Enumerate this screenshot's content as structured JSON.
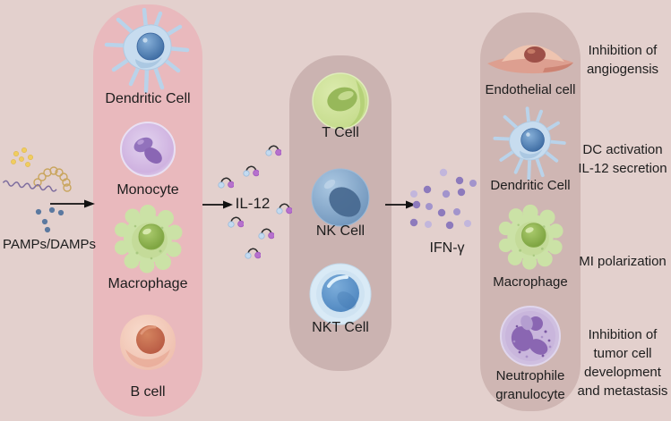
{
  "stimulus": {
    "label": "PAMPs/DAMPs"
  },
  "mediators": {
    "il12": "IL-12",
    "ifng": "IFN-γ"
  },
  "producers": {
    "cells": [
      {
        "name": "Dendritic Cell"
      },
      {
        "name": "Monocyte"
      },
      {
        "name": "Macrophage"
      },
      {
        "name": "B cell"
      }
    ]
  },
  "responders": {
    "cells": [
      {
        "name": "T Cell"
      },
      {
        "name": "NK Cell"
      },
      {
        "name": "NKT Cell"
      }
    ]
  },
  "targets": {
    "cells": [
      {
        "name": "Endothelial cell",
        "effect": "Inhibition of angiogensis"
      },
      {
        "name": "Dendritic Cell",
        "effect": "DC activation IL-12 secretion"
      },
      {
        "name": "Macrophage",
        "effect": "MI polarization"
      },
      {
        "name": "Neutrophile granulocyte",
        "effect": "Inhibition of tumor cell development and metastasis"
      }
    ]
  },
  "icons": {
    "dendritic_cell": "spiky blue cell",
    "monocyte": "lavender cell with kidney nucleus",
    "macrophage": "green ruffled cell",
    "b_cell": "pink cell with red nucleus",
    "t_cell": "green round cell",
    "nk_cell": "blue round cell",
    "nkt_cell": "light-blue ringed cell",
    "endothelial_cell": "flat elongated pink cell",
    "neutrophile_granulocyte": "purple cell with lobed nucleus",
    "il12_molecule": "blue and purple dots joined by arc",
    "ifn_gamma": "cluster of purple dots",
    "pamps_damps": "squiggles, coil and dots",
    "arrow": "right arrow"
  },
  "colors": {
    "background": "#e3d0cd",
    "panel_producers": "#e9b9bd",
    "panel_responders": "#cbb3b1",
    "panel_targets": "#cfb6b3",
    "text": "#1d1d1d",
    "il12_blue": "#c3daf0",
    "il12_purple": "#b671cd",
    "ifn_purple": "#8d7abc",
    "arrow": "#111111"
  }
}
